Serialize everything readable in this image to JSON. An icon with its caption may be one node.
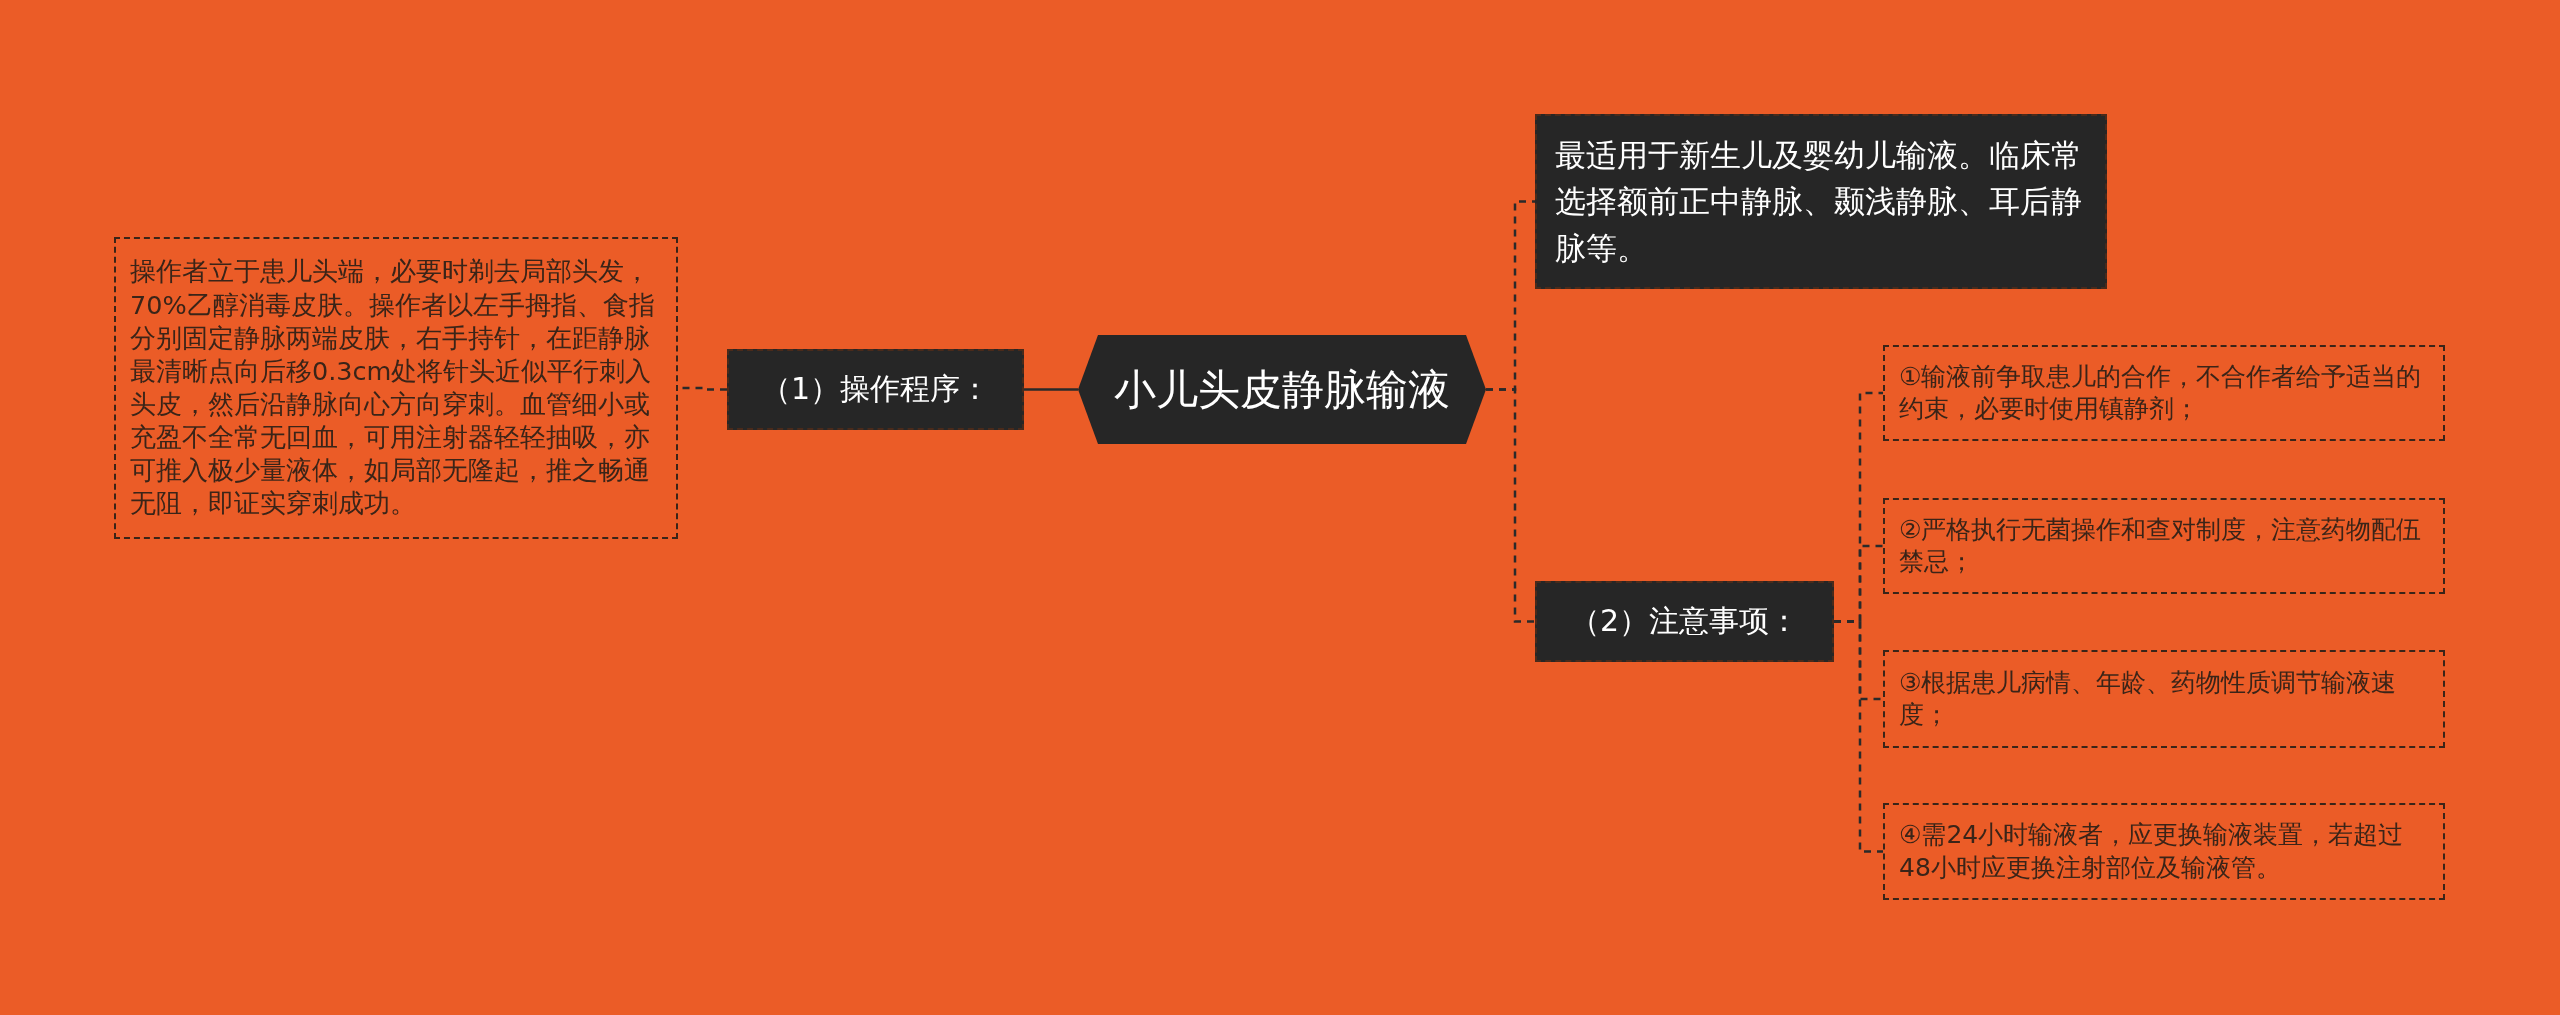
{
  "diagram": {
    "nodes": [
      {
        "text": [
          "小儿头皮静脉输液"
        ]
      },
      {
        "text": [
          "（1）操作程序："
        ]
      },
      {
        "text": [
          "操作者立于患儿头端，必要时剃去局部头发，70%乙醇消毒皮肤。操作者以左手拇指、食指分别固定静脉两端皮肤，右手持针，在距静脉最清晰点向后移0.3cm处将针头近似平行刺入头皮，然后沿静脉向心方向穿刺。血管细小或充盈不全常无回血，可用注射器轻轻抽吸，亦可推入极少量液体，如局部无隆起，推之畅通无阻，即证实穿刺成功。"
        ]
      },
      {
        "text": [
          "最适用于新生儿及婴幼儿输液。临床常选择额前正中静脉、颞浅静脉、耳后静脉等。"
        ]
      },
      {
        "text": [
          "（2）注意事项："
        ]
      },
      {
        "text": [
          "①输液前争取患儿的合作，不合作者给予适当的约束，必要时使用镇静剂；"
        ]
      },
      {
        "text": [
          "②严格执行无菌操作和查对制度，注意药物配伍禁忌；"
        ]
      },
      {
        "text": [
          "③根据患儿病情、年龄、药物性质调节输液速度；"
        ]
      },
      {
        "text": [
          "④需24小时输液者，应更换输液装置，若超过48小时应更换注射部位及输液管。"
        ]
      }
    ],
    "edges": [
      {
        "from": 0,
        "to": 1,
        "arrow": "none"
      },
      {
        "from": 1,
        "to": 2,
        "arrow": "none",
        "style": "dashed"
      },
      {
        "from": 0,
        "to": 3,
        "arrow": "none",
        "style": "dashed"
      },
      {
        "from": 0,
        "to": 4,
        "arrow": "none",
        "style": "dashed"
      },
      {
        "from": 4,
        "to": 5,
        "arrow": "none",
        "style": "dashed"
      },
      {
        "from": 4,
        "to": 6,
        "arrow": "none",
        "style": "dashed"
      },
      {
        "from": 4,
        "to": 7,
        "arrow": "none",
        "style": "dashed"
      },
      {
        "from": 4,
        "to": 8,
        "arrow": "none",
        "style": "dashed"
      }
    ]
  }
}
